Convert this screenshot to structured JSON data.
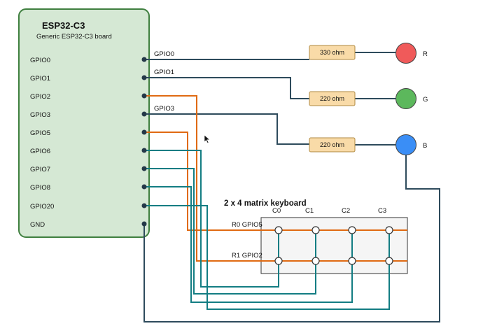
{
  "board": {
    "title": "ESP32-C3",
    "subtitle": "Generic ESP32-C3 board",
    "pins": [
      "GPIO0",
      "GPIO1",
      "GPIO2",
      "GPIO3",
      "GPIO5",
      "GPIO6",
      "GPIO7",
      "GPIO8",
      "GPIO20",
      "GND"
    ],
    "fill_color": "#d5e8d4",
    "border_color": "#3f7f3f"
  },
  "wires": {
    "gpio0_label": "GPIO0",
    "gpio1_label": "GPIO1",
    "gpio3_label": "GPIO3",
    "dark_color": "#2e4b5c",
    "orange_color": "#e06a12",
    "teal_color": "#137d83"
  },
  "resistors": [
    {
      "label": "330 ohm"
    },
    {
      "label": "220 ohm"
    },
    {
      "label": "220 ohm"
    }
  ],
  "resistor_color": "#f9dba8",
  "leds": [
    {
      "label": "R",
      "color": "#f05a5a"
    },
    {
      "label": "G",
      "color": "#5cb85c"
    },
    {
      "label": "B",
      "color": "#3a8ef6"
    }
  ],
  "keyboard": {
    "title": "2 x 4 matrix keyboard",
    "columns": [
      "C0",
      "C1",
      "C2",
      "C3"
    ],
    "rows": [
      "R0 GPIO5",
      "R1 GPIO2"
    ]
  }
}
